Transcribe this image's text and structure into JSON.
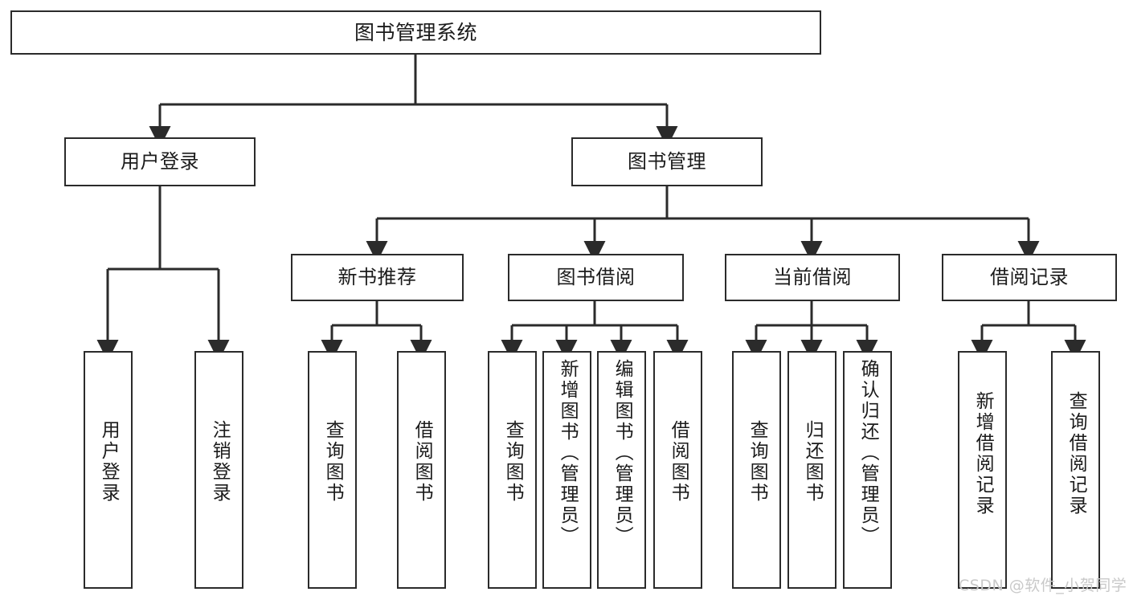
{
  "diagram": {
    "title": "图书管理系统",
    "type": "function-structure-tree",
    "watermark": "CSDN @软件_小贺同学",
    "colors": {
      "stroke": "#2b2b2b",
      "fill": "#ffffff",
      "text": "#1b1b1b",
      "watermark": "#c9c9c9"
    },
    "levels": {
      "root": "图书管理系统",
      "level2": [
        "用户登录",
        "图书管理"
      ],
      "level3": [
        "新书推荐",
        "图书借阅",
        "当前借阅",
        "借阅记录"
      ]
    },
    "nodes": {
      "root": {
        "label": "图书管理系统"
      },
      "user_login": {
        "label": "用户登录"
      },
      "book_manage": {
        "label": "图书管理"
      },
      "new_book_rec": {
        "label": "新书推荐"
      },
      "book_borrow": {
        "label": "图书借阅"
      },
      "current_borrow": {
        "label": "当前借阅"
      },
      "borrow_record": {
        "label": "借阅记录"
      },
      "leaf_user_login": {
        "label": "用户登录"
      },
      "leaf_user_logout": {
        "label": "注销登录"
      },
      "leaf_rec_query": {
        "label": "查询图书"
      },
      "leaf_rec_borrow": {
        "label": "借阅图书"
      },
      "leaf_bb_query": {
        "label": "查询图书"
      },
      "leaf_bb_add": {
        "label": "新增图书（管理员）"
      },
      "leaf_bb_edit": {
        "label": "编辑图书（管理员）"
      },
      "leaf_bb_borrow": {
        "label": "借阅图书"
      },
      "leaf_cb_query": {
        "label": "查询图书"
      },
      "leaf_cb_return": {
        "label": "归还图书"
      },
      "leaf_cb_confirm": {
        "label": "确认归还（管理员）"
      },
      "leaf_br_add": {
        "label": "新增借阅记录"
      },
      "leaf_br_query": {
        "label": "查询借阅记录"
      }
    }
  }
}
